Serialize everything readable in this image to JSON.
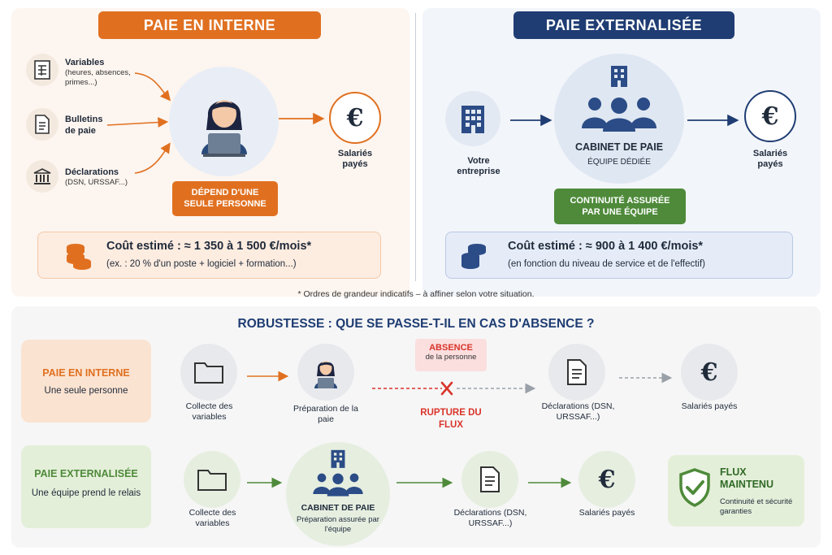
{
  "top_left": {
    "title": "PAIE EN INTERNE",
    "inputs": [
      {
        "label": "Variables",
        "sub": "(heures, absences, primes...)"
      },
      {
        "label": "Bulletins de paie",
        "sub": ""
      },
      {
        "label": "Déclarations",
        "sub": "(DSN, URSSAF...)"
      }
    ],
    "badge": "DÉPEND D'UNE SEULE PERSONNE",
    "output": "Salariés payés",
    "cost_title": "Coût estimé : ≈ 1 350 à 1 500 €/mois*",
    "cost_sub": "(ex. : 20 % d'un poste + logiciel + formation...)"
  },
  "top_right": {
    "title": "PAIE EXTERNALISÉE",
    "source": "Votre entreprise",
    "cabinet_title": "CABINET DE PAIE",
    "cabinet_sub": "ÉQUIPE DÉDIÉE",
    "badge": "CONTINUITÉ ASSURÉE PAR UNE ÉQUIPE",
    "output": "Salariés payés",
    "cost_title": "Coût estimé : ≈ 900 à 1 400 €/mois*",
    "cost_sub": "(en fonction du niveau de service et de l'effectif)"
  },
  "footnote": "* Ordres de grandeur indicatifs – à affiner selon votre situation.",
  "bottom": {
    "title": "ROBUSTESSE : QUE SE PASSE-T-IL EN CAS D'ABSENCE ?",
    "row1": {
      "label": "PAIE EN INTERNE",
      "sub": "Une seule personne",
      "step1": "Collecte des variables",
      "step2": "Préparation de la paie",
      "absence_title": "ABSENCE",
      "absence_sub": "de la personne",
      "rupture": "RUPTURE DU FLUX",
      "step3": "Déclarations (DSN, URSSAF...)",
      "step4": "Salariés payés"
    },
    "row2": {
      "label": "PAIE EXTERNALISÉE",
      "sub": "Une équipe prend le relais",
      "step1": "Collecte des variables",
      "cabinet_title": "CABINET DE PAIE",
      "cabinet_sub": "Préparation assurée par l'équipe",
      "step3": "Déclarations (DSN, URSSAF...)",
      "step4": "Salariés payés",
      "flux_title": "FLUX MAINTENU",
      "flux_sub": "Continuité et sécurité garanties"
    }
  },
  "euro_symbol": "€",
  "colors": {
    "orange": "#e07020",
    "navy": "#1f3d73",
    "green": "#4e8a3a",
    "red": "#d9342b",
    "peach_bg": "#fdf5ef",
    "blue_bg": "#eef3fb",
    "green_bg": "#eaf2e2"
  }
}
